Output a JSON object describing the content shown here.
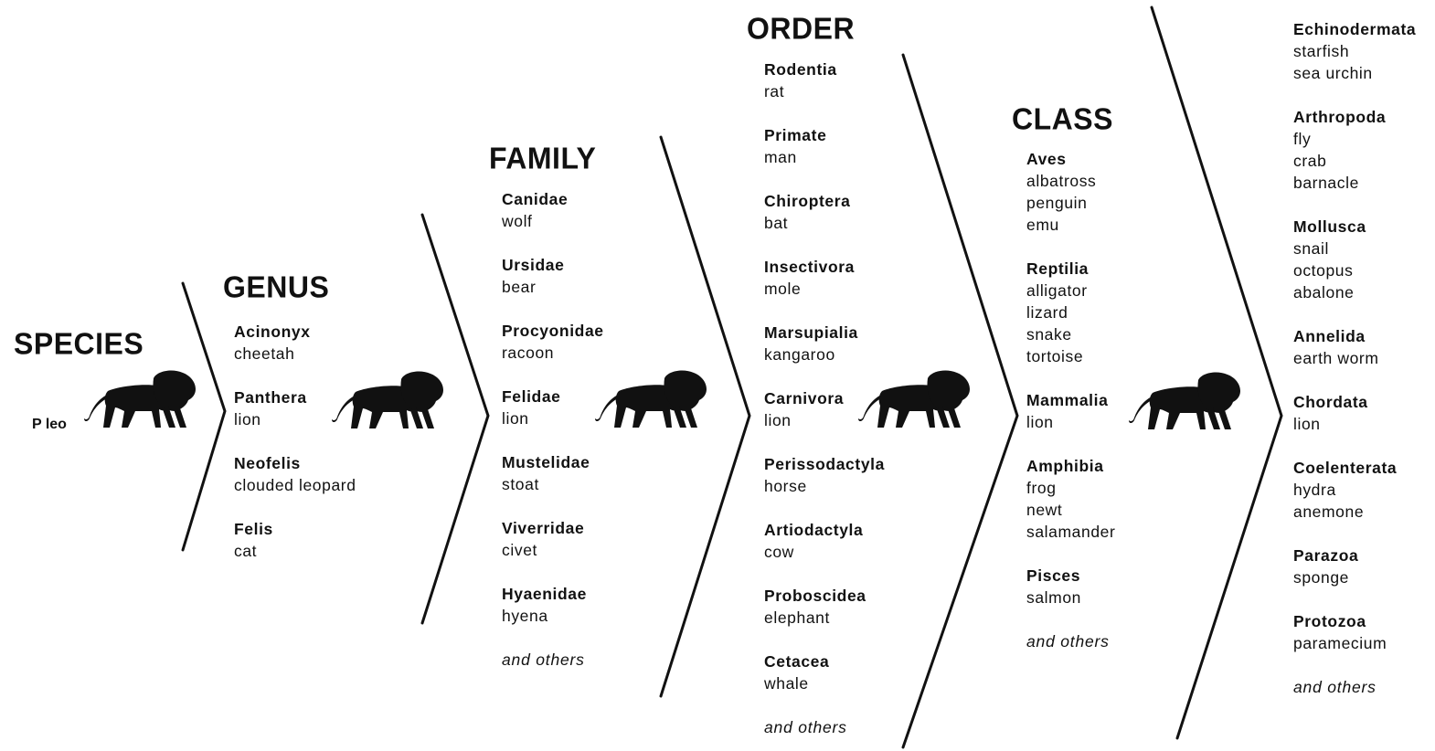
{
  "species": {
    "heading": "SPECIES",
    "label": "P leo"
  },
  "genus": {
    "heading": "GENUS",
    "groups": [
      {
        "name": "Acinonyx",
        "examples": [
          "cheetah"
        ]
      },
      {
        "name": "Panthera",
        "examples": [
          "lion"
        ]
      },
      {
        "name": "Neofelis",
        "examples": [
          "clouded leopard"
        ]
      },
      {
        "name": "Felis",
        "examples": [
          "cat"
        ]
      }
    ]
  },
  "family": {
    "heading": "FAMILY",
    "groups": [
      {
        "name": "Canidae",
        "examples": [
          "wolf"
        ]
      },
      {
        "name": "Ursidae",
        "examples": [
          "bear"
        ]
      },
      {
        "name": "Procyonidae",
        "examples": [
          "racoon"
        ]
      },
      {
        "name": "Felidae",
        "examples": [
          "lion"
        ]
      },
      {
        "name": "Mustelidae",
        "examples": [
          "stoat"
        ]
      },
      {
        "name": "Viverridae",
        "examples": [
          "civet"
        ]
      },
      {
        "name": "Hyaenidae",
        "examples": [
          "hyena"
        ]
      }
    ],
    "others": "and others"
  },
  "order": {
    "heading": "ORDER",
    "groups": [
      {
        "name": "Rodentia",
        "examples": [
          "rat"
        ]
      },
      {
        "name": "Primate",
        "examples": [
          "man"
        ]
      },
      {
        "name": "Chiroptera",
        "examples": [
          "bat"
        ]
      },
      {
        "name": "Insectivora",
        "examples": [
          "mole"
        ]
      },
      {
        "name": "Marsupialia",
        "examples": [
          "kangaroo"
        ]
      },
      {
        "name": "Carnivora",
        "examples": [
          "lion"
        ]
      },
      {
        "name": "Perissodactyla",
        "examples": [
          "horse"
        ]
      },
      {
        "name": "Artiodactyla",
        "examples": [
          "cow"
        ]
      },
      {
        "name": "Proboscidea",
        "examples": [
          "elephant"
        ]
      },
      {
        "name": "Cetacea",
        "examples": [
          "whale"
        ]
      }
    ],
    "others": "and others"
  },
  "class": {
    "heading": "CLASS",
    "groups": [
      {
        "name": "Aves",
        "examples": [
          "albatross",
          "penguin",
          "emu"
        ]
      },
      {
        "name": "Reptilia",
        "examples": [
          "alligator",
          "lizard",
          "snake",
          "tortoise"
        ]
      },
      {
        "name": "Mammalia",
        "examples": [
          "lion"
        ]
      },
      {
        "name": "Amphibia",
        "examples": [
          "frog",
          "newt",
          "salamander"
        ]
      },
      {
        "name": "Pisces",
        "examples": [
          "salmon"
        ]
      }
    ],
    "others": "and others"
  },
  "phylum": {
    "groups": [
      {
        "name": "Echinodermata",
        "examples": [
          "starfish",
          "sea urchin"
        ]
      },
      {
        "name": "Arthropoda",
        "examples": [
          "fly",
          "crab",
          "barnacle"
        ]
      },
      {
        "name": "Mollusca",
        "examples": [
          "snail",
          "octopus",
          "abalone"
        ]
      },
      {
        "name": "Annelida",
        "examples": [
          "earth worm"
        ]
      },
      {
        "name": "Chordata",
        "examples": [
          "lion"
        ]
      },
      {
        "name": "Coelenterata",
        "examples": [
          "hydra",
          "anemone"
        ]
      },
      {
        "name": "Parazoa",
        "examples": [
          "sponge"
        ]
      },
      {
        "name": "Protozoa",
        "examples": [
          "paramecium"
        ]
      }
    ],
    "others": "and others"
  },
  "colors": {
    "ink": "#111111",
    "background": "#ffffff"
  },
  "icons": {
    "lion": "lion-silhouette-icon"
  }
}
